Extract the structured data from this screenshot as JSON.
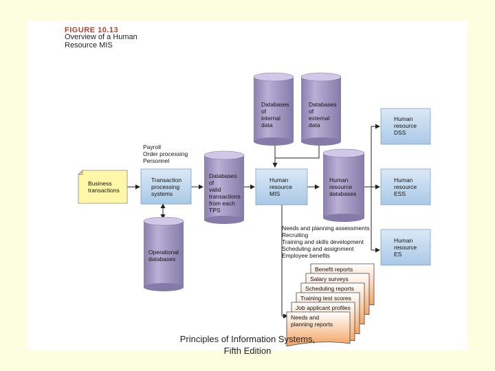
{
  "figure": {
    "label": "FIGURE 10.13",
    "title_line1": "Overview of a Human",
    "title_line2": "Resource MIS"
  },
  "business_transactions": [
    "Business",
    "transactions"
  ],
  "tps_inputs": [
    "Payroll",
    "Order processing",
    "Personnel"
  ],
  "tps": [
    "Transaction",
    "processing",
    "systems"
  ],
  "tps_databases": [
    "Databases",
    "of",
    "valid",
    "transactions",
    "from each",
    "TPS"
  ],
  "operational_databases": [
    "Operational",
    "databases"
  ],
  "internal_databases": [
    "Databases",
    "of",
    "internal",
    "data"
  ],
  "external_databases": [
    "Databases",
    "of",
    "external",
    "data"
  ],
  "hr_mis": [
    "Human",
    "resource",
    "MIS"
  ],
  "hr_databases": [
    "Human",
    "resource",
    "databases"
  ],
  "hr_dss": [
    "Human",
    "resource",
    "DSS"
  ],
  "hr_ess": [
    "Human",
    "resource",
    "ESS"
  ],
  "hr_es": [
    "Human",
    "resource",
    "ES"
  ],
  "mis_functions": [
    "Needs and planning assessments",
    "Recruiting",
    "Training and skills development",
    "Scheduling and assignment",
    "Employee benefits"
  ],
  "reports": [
    [
      "Benefit reports"
    ],
    [
      "Salary surveys"
    ],
    [
      "Scheduling reports"
    ],
    [
      "Training test scores"
    ],
    [
      "Job applicant profiles"
    ],
    [
      "Needs and",
      "planning reports"
    ]
  ],
  "footer": {
    "line1": "Principles of Information Systems,",
    "line2": "Fifth Edition"
  },
  "colors": {
    "background": "#fdfde0",
    "box_fill": "#c6dcf0",
    "cylinder_fill": "#a89ec6",
    "note_fill": "#fff7a8",
    "report_fill": "#f2a360",
    "title_accent": "#b5402a"
  }
}
